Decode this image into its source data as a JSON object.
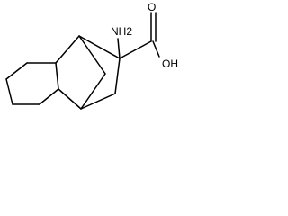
{
  "molecule": {
    "labels": {
      "amine": "NH2",
      "acid_oxygen_double": "O",
      "acid_hydroxyl": "OH"
    },
    "colors": {
      "bond": "#000000",
      "text": "#000000",
      "background": "#ffffff"
    }
  }
}
